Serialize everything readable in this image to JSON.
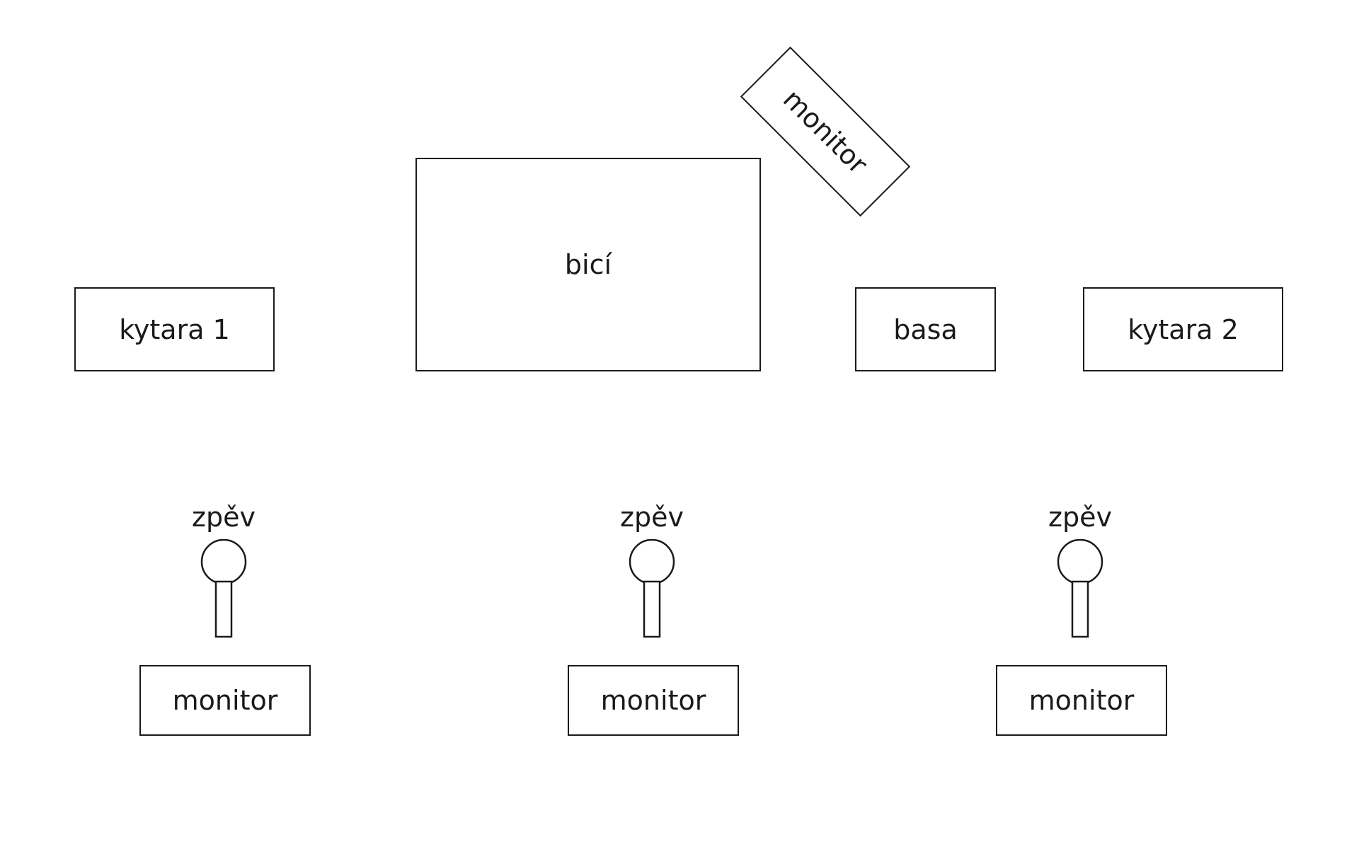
{
  "stage": {
    "drums_label": "bicí",
    "guitar1_label": "kytara 1",
    "bass_label": "basa",
    "guitar2_label": "kytara 2",
    "drum_monitor_label": "monitor",
    "vocal_label": "zpěv",
    "vocal_monitor_label": "monitor"
  },
  "colors": {
    "stroke": "#1a1a1a",
    "background": "#ffffff"
  },
  "icons": {
    "vocal_mic": "microphone-icon"
  }
}
